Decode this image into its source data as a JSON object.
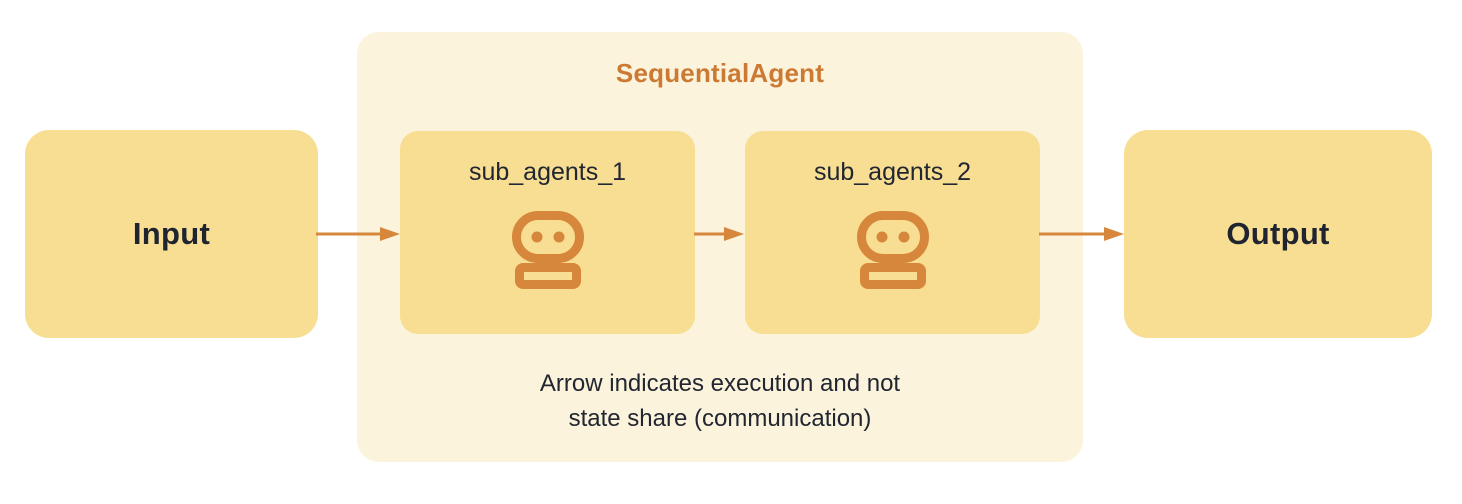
{
  "diagram": {
    "input_label": "Input",
    "output_label": "Output",
    "sequential_agent": {
      "title": "SequentialAgent",
      "agents": [
        {
          "label": "sub_agents_1",
          "icon": "robot-icon"
        },
        {
          "label": "sub_agents_2",
          "icon": "robot-icon"
        }
      ],
      "caption": {
        "line1": "Arrow indicates execution and not",
        "line2": "state share (communication)"
      }
    },
    "flow": [
      {
        "from": "Input",
        "to": "sub_agents_1",
        "icon": "arrow-right-icon"
      },
      {
        "from": "sub_agents_1",
        "to": "sub_agents_2",
        "icon": "arrow-right-icon"
      },
      {
        "from": "sub_agents_2",
        "to": "Output",
        "icon": "arrow-right-icon"
      }
    ],
    "colors": {
      "endpoint_box_fill": "#F7DE92",
      "agent_box_fill": "#F7DE92",
      "container_fill": "#FBF3DC",
      "accent_orange": "#D7873C",
      "title_orange": "#CC7A33",
      "text_dark": "#222630",
      "background": "#FFFFFF"
    }
  }
}
